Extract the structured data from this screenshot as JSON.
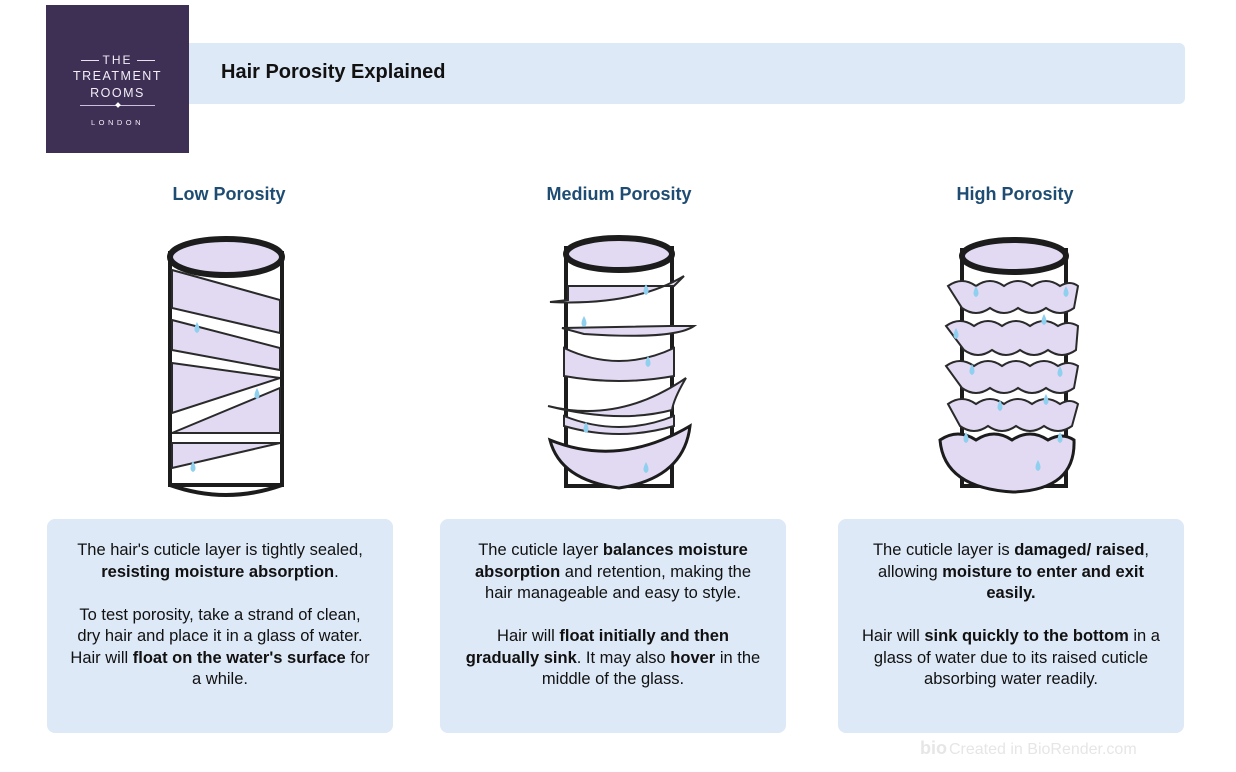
{
  "logo": {
    "line1": "THE",
    "line2": "TREATMENT",
    "line3": "ROOMS",
    "city": "LONDON"
  },
  "header": {
    "title": "Hair Porosity Explained"
  },
  "columns": [
    {
      "heading": "Low Porosity",
      "para1": [
        {
          "t": "The hair's cuticle layer is tightly sealed, ",
          "b": false
        },
        {
          "t": "resisting moisture absorption",
          "b": true
        },
        {
          "t": ".",
          "b": false
        }
      ],
      "para2": [
        {
          "t": "To test porosity, take a strand of clean, dry hair and place it in a glass of water. Hair will ",
          "b": false
        },
        {
          "t": "float on the water's surface",
          "b": true
        },
        {
          "t": " for a while.",
          "b": false
        }
      ]
    },
    {
      "heading": "Medium Porosity",
      "para1": [
        {
          "t": "The cuticle layer ",
          "b": false
        },
        {
          "t": "balances moisture absorption",
          "b": true
        },
        {
          "t": " and retention, making the hair manageable and easy to style.",
          "b": false
        }
      ],
      "para2": [
        {
          "t": "Hair will ",
          "b": false
        },
        {
          "t": "float initially and then gradually sink",
          "b": true
        },
        {
          "t": ". It may also ",
          "b": false
        },
        {
          "t": "hover",
          "b": true
        },
        {
          "t": " in the middle of the glass.",
          "b": false
        }
      ]
    },
    {
      "heading": "High Porosity",
      "para1": [
        {
          "t": "The cuticle layer is ",
          "b": false
        },
        {
          "t": "damaged/ raised",
          "b": true
        },
        {
          "t": ", allowing ",
          "b": false
        },
        {
          "t": "moisture to enter and exit easily.",
          "b": true
        }
      ],
      "para2": [
        {
          "t": "Hair will ",
          "b": false
        },
        {
          "t": "sink quickly to the bottom",
          "b": true
        },
        {
          "t": " in a glass of water due to its raised cuticle absorbing water readily.",
          "b": false
        }
      ]
    }
  ],
  "watermark": {
    "brand": "bio",
    "text": "Created in BioRender.com"
  },
  "colors": {
    "logo_bg": "#3e2f55",
    "panel_bg": "#dde9f7",
    "heading": "#1f4c72",
    "cuticle_fill": "#e2d9f3",
    "outline": "#1c1c1c",
    "droplet": "#8fd0ef"
  }
}
